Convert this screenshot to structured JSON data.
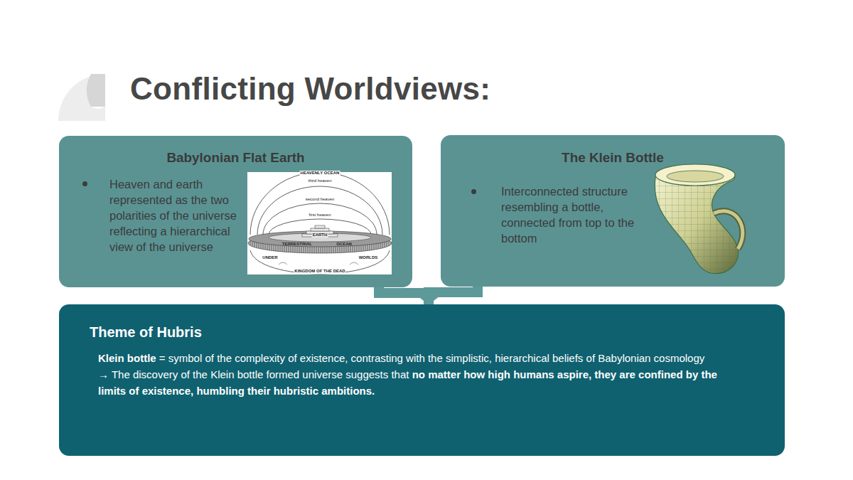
{
  "diagram": {
    "title": "Conflicting Worldviews:",
    "nodes": [
      {
        "text": [
          "Babylonian Flat Earth",
          "Heaven and earth represented as the two polarities of the universe reflecting a hierarchical view of the universe"
        ]
      },
      {
        "text": [
          "The Klein Bottle",
          "Interconnected structure resembling a bottle, connected from top to the bottom"
        ]
      },
      {
        "text": [
          "Theme of Hubris",
          "Klein bottle",
          "= symbol of the complexity of existence, contrasting with the simplistic, hierarchical beliefs of Babylonian cosmology",
          "→ The discovery of the Klein bottle formed universe suggests that",
          "no matter how high humans aspire, they are confined by the limits of existence, humbling their hubristic ambitions."
        ]
      }
    ],
    "edges": [
      {
        "from": 0,
        "to": 2,
        "arrow": "to"
      },
      {
        "from": 1,
        "to": 2,
        "arrow": "to"
      }
    ],
    "labels": [
      "HEAVENLY OCEAN",
      "third heaven",
      "second heaven",
      "first heaven",
      "EARTH",
      "TERRESTRIAL",
      "OCEAN",
      "UNDER",
      "WORLDS",
      "KINGDOM OF THE DEAD"
    ]
  }
}
